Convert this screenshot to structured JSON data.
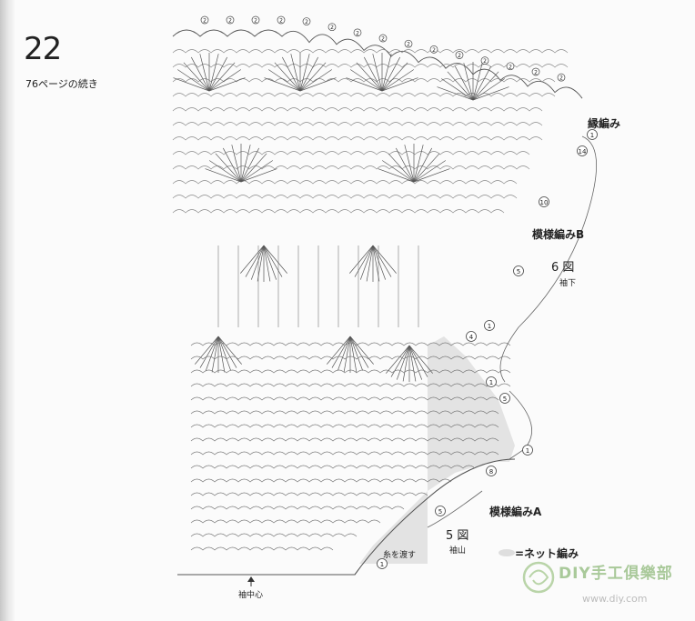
{
  "page": {
    "number": "22",
    "continued_from": "76ページの続き"
  },
  "labels": {
    "edge": "縁編み",
    "pattern_b": "模様編みB",
    "fig6_title": "6 図",
    "fig6_sub": "袖下",
    "pattern_a": "模様編みA",
    "fig5_title": "5 図",
    "fig5_sub": "袖山",
    "net_legend": "=ネット編み",
    "thread": "糸を渡す",
    "sleeve_center": "袖中心"
  },
  "row_markers": [
    "1",
    "14",
    "10",
    "5",
    "1",
    "4",
    "1",
    "5",
    "1",
    "8",
    "5",
    "1"
  ],
  "top_edge_markers": [
    "2",
    "2",
    "2",
    "2",
    "2",
    "2",
    "2",
    "2",
    "2",
    "2",
    "2",
    "2",
    "2",
    "2",
    "2"
  ],
  "watermark": {
    "text": "DIY手工俱樂部",
    "url": "www.diy.com"
  },
  "colors": {
    "net_fill": "#dedede",
    "line": "#555555"
  }
}
